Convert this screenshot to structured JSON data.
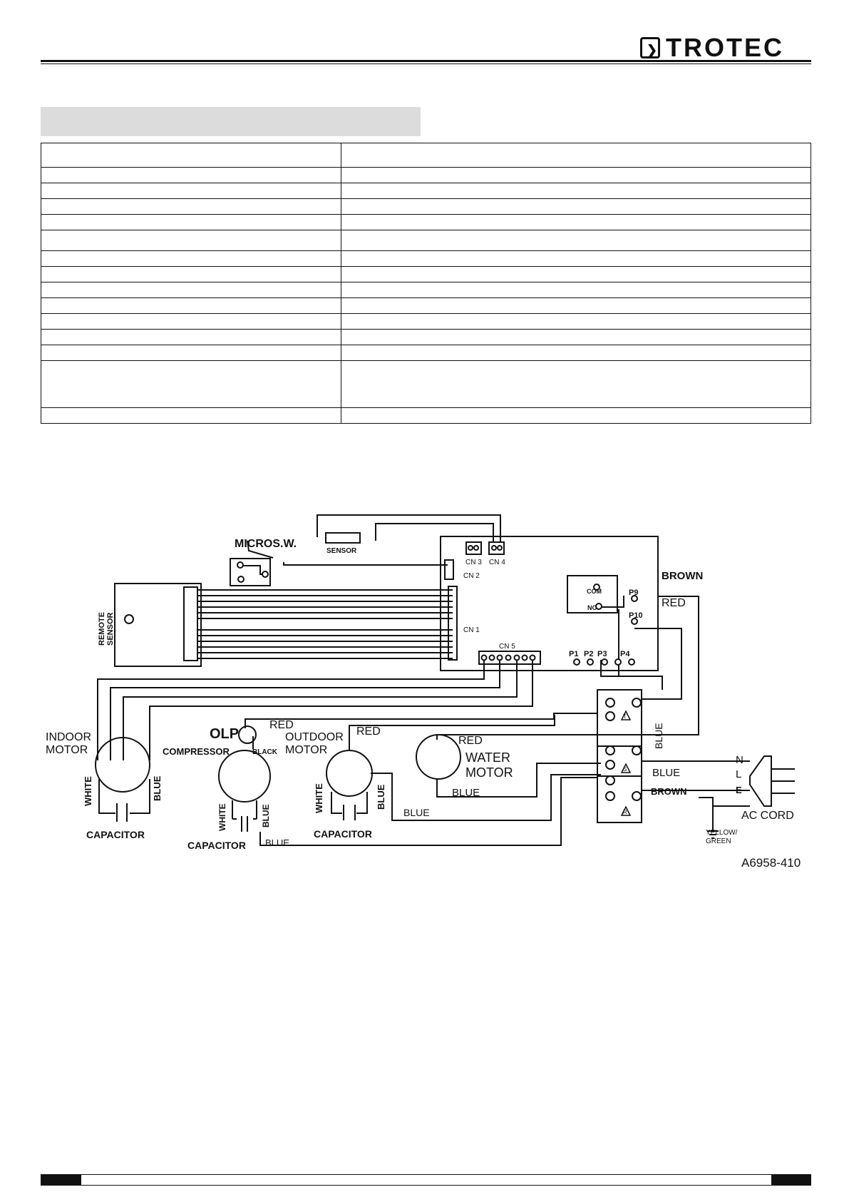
{
  "brand": {
    "name": "TROTEC"
  },
  "table": {
    "rows": [
      34,
      22,
      22,
      22,
      22,
      29,
      22,
      22,
      22,
      22,
      22,
      22,
      22,
      66,
      22
    ]
  },
  "diagram": {
    "micro_switch": "MICROS.W.",
    "sensor": "SENSOR",
    "remote_sensor_1": "REMOTE",
    "remote_sensor_2": "SENSOR",
    "cn3": "CN 3",
    "cn4": "CN 4",
    "cn2": "CN 2",
    "cn1": "CN 1",
    "cn5": "CN 5",
    "com": "COM",
    "no": "NO",
    "p9": "P9",
    "p10": "P10",
    "p1": "P1",
    "p2": "P2",
    "p3": "P3",
    "p4": "P4",
    "brown_top": "BROWN",
    "red_right": "RED",
    "indoor_motor_1": "INDOOR",
    "indoor_motor_2": "MOTOR",
    "white_indoor": "WHITE",
    "blue_indoor": "BLUE",
    "capacitor_indoor": "CAPACITOR",
    "olp": "OLP",
    "red_olp": "RED",
    "compressor": "COMPRESSOR",
    "black": "BLACK",
    "white_comp": "WHITE",
    "blue_comp": "BLUE",
    "capacitor_comp": "CAPACITOR",
    "blue_comp_bottom": "BLUE",
    "outdoor_motor_1": "OUTDOOR",
    "outdoor_motor_2": "MOTOR",
    "red_outdoor": "RED",
    "white_outdoor": "WHITE",
    "blue_outdoor": "BLUE",
    "capacitor_outdoor": "CAPACITOR",
    "blue_outdoor_bottom": "BLUE",
    "red_water": "RED",
    "water_motor_1": "WATER",
    "water_motor_2": "MOTOR",
    "blue_water": "BLUE",
    "blue_vertical": "BLUE",
    "blue_terminal": "BLUE",
    "brown_terminal": "BROWN",
    "terminal_t": "T",
    "terminal_s": "S",
    "terminal_r": "R",
    "n": "N",
    "l": "L",
    "e": "E",
    "ac_cord": "AC CORD",
    "yellow_green_1": "YELLOW/",
    "yellow_green_2": "GREEN",
    "code": "A6958-410"
  }
}
